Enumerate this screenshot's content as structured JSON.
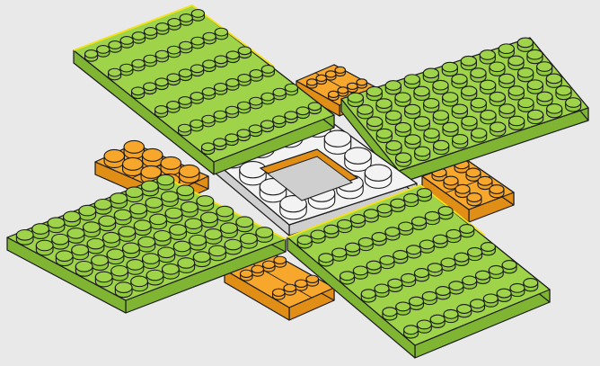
{
  "colors": {
    "background": "#e9e9e9",
    "green_top": "#9fd44a",
    "green_side": "#7fb532",
    "green_stud": "#92cc3e",
    "orange_top": "#f7a82c",
    "orange_side": "#e08e16",
    "orange_stud": "#f4a226",
    "white_top": "#f3f3f3",
    "white_side": "#cfcfcf",
    "white_stud": "#f7f7f7",
    "outline": "#1b1b1b",
    "highlight": "#f2e21b"
  },
  "assembly": {
    "plates": [
      {
        "color": "green",
        "studs_cols": 10,
        "studs_rows": 6
      },
      {
        "color": "green",
        "studs_cols": 10,
        "studs_rows": 6
      },
      {
        "color": "green",
        "studs_cols": 10,
        "studs_rows": 6
      },
      {
        "color": "green",
        "studs_cols": 10,
        "studs_rows": 6
      }
    ],
    "connectors": [
      {
        "color": "orange",
        "studs_cols": 2,
        "studs_rows": 4
      },
      {
        "color": "orange",
        "studs_cols": 4,
        "studs_rows": 2
      },
      {
        "color": "orange",
        "studs_cols": 2,
        "studs_rows": 4
      },
      {
        "color": "orange",
        "studs_cols": 4,
        "studs_rows": 2
      }
    ],
    "center_frame": {
      "color": "white",
      "studs_cols": 4,
      "studs_rows": 4,
      "opening": "2x2"
    }
  }
}
